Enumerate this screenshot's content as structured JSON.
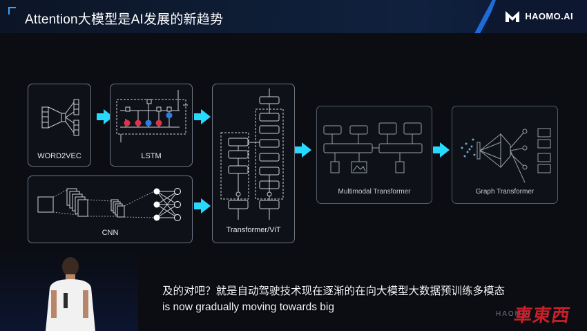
{
  "header": {
    "title": "Attention大模型是AI发展的新趋势",
    "logo_text": "HAOMO.AI"
  },
  "diagram": {
    "word2vec": "WORD2VEC",
    "lstm": "LSTM",
    "cnn": "CNN",
    "transformer": "Transformer/ViT",
    "multimodal": "Multimodal Transformer",
    "graph": "Graph Transformer"
  },
  "subtitles": {
    "zh": "及的对吧？就是自动驾驶技术现在逐渐的在向大模型大数据预训练多模态",
    "en": "is now gradually moving towards big"
  },
  "watermark": {
    "brand": "車東西",
    "haomo": "HAOMO"
  },
  "colors": {
    "accent_cyan": "#28d9ff",
    "lstm_red": "#e0334a",
    "lstm_blue": "#2f7de2"
  }
}
